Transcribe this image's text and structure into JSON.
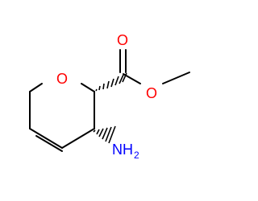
{
  "molecule": {
    "atoms": {
      "ring_oxygen": "O",
      "carbonyl_oxygen": "O",
      "ester_oxygen": "O",
      "amine_nitrogen": "NH",
      "amine_h_count": "2"
    },
    "colors": {
      "bond": "#000000",
      "oxygen": "#ff0000",
      "nitrogen": "#0000ff",
      "background": "#ffffff"
    }
  }
}
